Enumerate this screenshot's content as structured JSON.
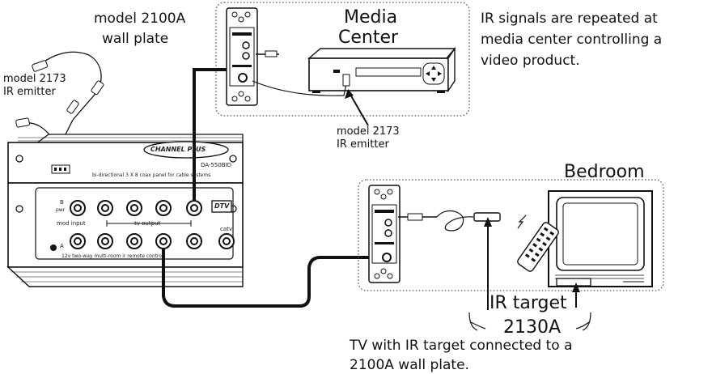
{
  "labels": {
    "wallplate_top": "model 2100A",
    "wallplate_bottom": "wall plate",
    "emitter_left_1": "model 2173",
    "emitter_left_2": "IR emitter",
    "emitter_mid_1": "model 2173",
    "emitter_mid_2": "IR emitter",
    "media_center_1": "Media",
    "media_center_2": "Center",
    "ir_repeat_1": "IR signals are repeated at",
    "ir_repeat_2": "media center controlling a",
    "ir_repeat_3": "video product.",
    "bedroom": "Bedroom",
    "ir_target_1": "IR target",
    "ir_target_2": "2130A",
    "tv_caption_1": "TV with IR target connected to a",
    "tv_caption_2": "2100A wall plate."
  },
  "panel": {
    "brand": "CHANNEL PLUS",
    "model": "DA-550BID",
    "description": "bi-directional 3 X 8 coax panel for cable systems",
    "mod_input": "mod input",
    "tv_output": "tv output",
    "catv": "catv",
    "pwr": "pwr",
    "port_b": "B",
    "port_a": "A",
    "footer": "12v two-way multi-room ir remote control",
    "dtv": "DTV"
  },
  "colors": {
    "line": "#111111",
    "panel_fill": "#ffffff",
    "dotted_border": "#555555",
    "shade": "#cccccc"
  }
}
